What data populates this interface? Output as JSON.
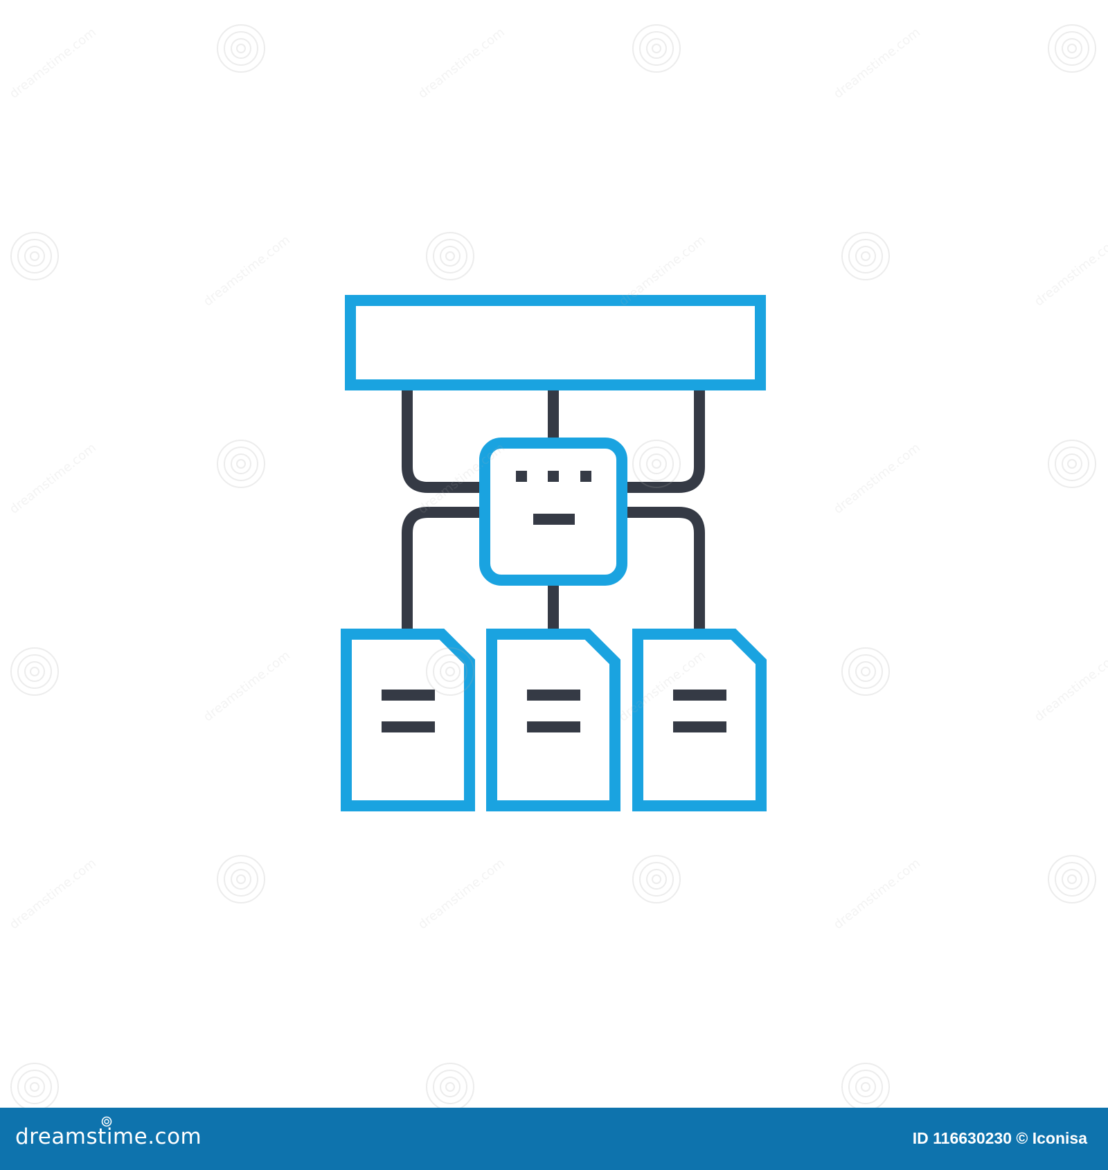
{
  "watermark": {
    "text": "dreamstime.com",
    "icon": "dreamstime-spiral-logo"
  },
  "footer": {
    "brand": "dreamstime.com",
    "credit": "ID 116630230 © Iconisa"
  },
  "colors": {
    "accent": "#1aa3e0",
    "outline": "#353a45",
    "footer": "#0e73ad"
  },
  "icon": {
    "name": "hierarchy-structure-icon"
  }
}
